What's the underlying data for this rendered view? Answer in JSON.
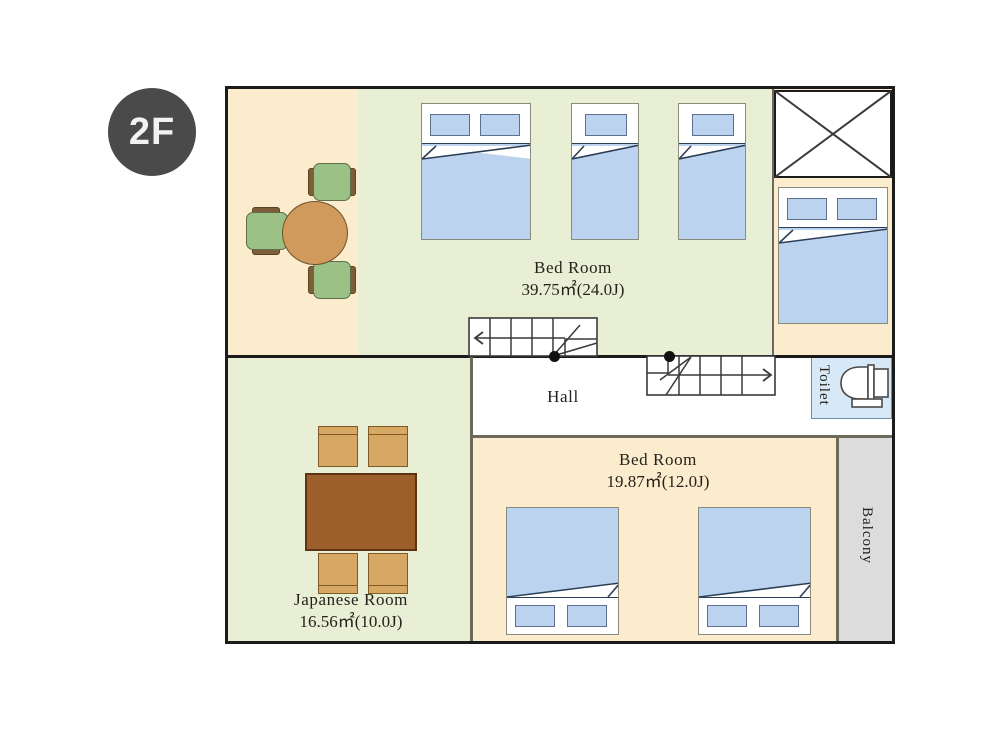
{
  "floor": {
    "badge_label": "2F"
  },
  "colors": {
    "beige": "#fcecce",
    "green": "#e9efd4",
    "gray": "#dcdcdc",
    "toilet_blue": "#d7e9f7",
    "bed_blue": "#bcd3ef",
    "table_brown": "#9c5f2c",
    "round_table": "#cf9a5c",
    "chair_green": "#9cc186",
    "wall": "#1b1b1b",
    "badge_bg": "#4a4a4a"
  },
  "rooms": {
    "bedroom_upper": {
      "name": "Bed Room",
      "area": "39.75㎡(24.0J)"
    },
    "bedroom_lower": {
      "name": "Bed Room",
      "area": "19.87㎡(12.0J)"
    },
    "japanese_room": {
      "name": "Japanese Room",
      "area": "16.56㎡(10.0J)"
    },
    "hall": {
      "name": "Hall"
    },
    "toilet": {
      "name": "Toilet"
    },
    "balcony": {
      "name": "Balcony"
    }
  },
  "furniture": {
    "upper_bedroom_beds": [
      {
        "type": "double-bed",
        "pillows": 2,
        "orientation": "headboard-top"
      },
      {
        "type": "single-bed",
        "pillows": 1,
        "orientation": "headboard-top"
      },
      {
        "type": "single-bed",
        "pillows": 1,
        "orientation": "headboard-top"
      }
    ],
    "right_alcove_bed": {
      "type": "double-bed",
      "pillows": 2,
      "orientation": "headboard-top"
    },
    "lower_bedroom_beds": [
      {
        "type": "double-bed",
        "pillows": 2,
        "orientation": "headboard-bottom"
      },
      {
        "type": "double-bed",
        "pillows": 2,
        "orientation": "headboard-bottom"
      }
    ],
    "dining_set": {
      "type": "round-table",
      "chairs": 3
    },
    "japanese_set": {
      "type": "low-table",
      "cushions": 4
    },
    "stairs": [
      {
        "id": "stair-up",
        "direction": "left",
        "treads": 6
      },
      {
        "id": "stair-down",
        "direction": "right",
        "treads": 6
      }
    ],
    "void_box": {
      "type": "crossed-box"
    },
    "toilet_fixture": {
      "type": "toilet-bowl"
    }
  }
}
